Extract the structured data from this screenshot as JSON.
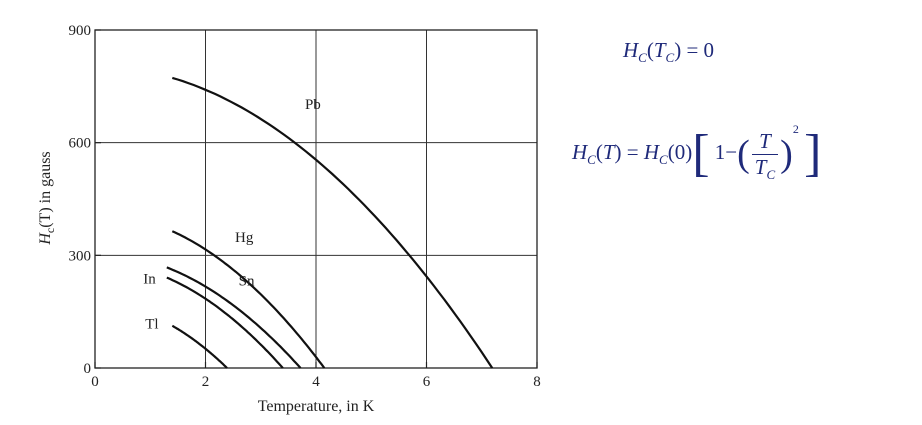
{
  "chart_data": {
    "type": "line",
    "xlabel": "Temperature, in K",
    "ylabel_main": "H",
    "ylabel_sub": "c",
    "ylabel_rest": "(T) in gauss",
    "xlim": [
      0,
      8
    ],
    "ylim": [
      0,
      900
    ],
    "xticks": [
      "0",
      "2",
      "4",
      "6",
      "8"
    ],
    "yticks": [
      "0",
      "300",
      "600",
      "900"
    ],
    "grid": true,
    "series": [
      {
        "name": "Pb",
        "Hc0": 803,
        "Tc": 7.19,
        "tmin": 1.4
      },
      {
        "name": "Hg",
        "Hc0": 411,
        "Tc": 4.15,
        "tmin": 1.4
      },
      {
        "name": "Sn",
        "Hc0": 305,
        "Tc": 3.72,
        "tmin": 1.3
      },
      {
        "name": "In",
        "Hc0": 282,
        "Tc": 3.4,
        "tmin": 1.3
      },
      {
        "name": "Tl",
        "Hc0": 171,
        "Tc": 2.39,
        "tmin": 1.4
      }
    ]
  },
  "equations": {
    "eq1": {
      "H": "H",
      "C": "C",
      "T": "T",
      "equals": "= 0"
    },
    "eq2": {
      "H": "H",
      "C": "C",
      "T": "T",
      "zero": "0",
      "one": "1",
      "minus": "−",
      "power": "2"
    }
  }
}
